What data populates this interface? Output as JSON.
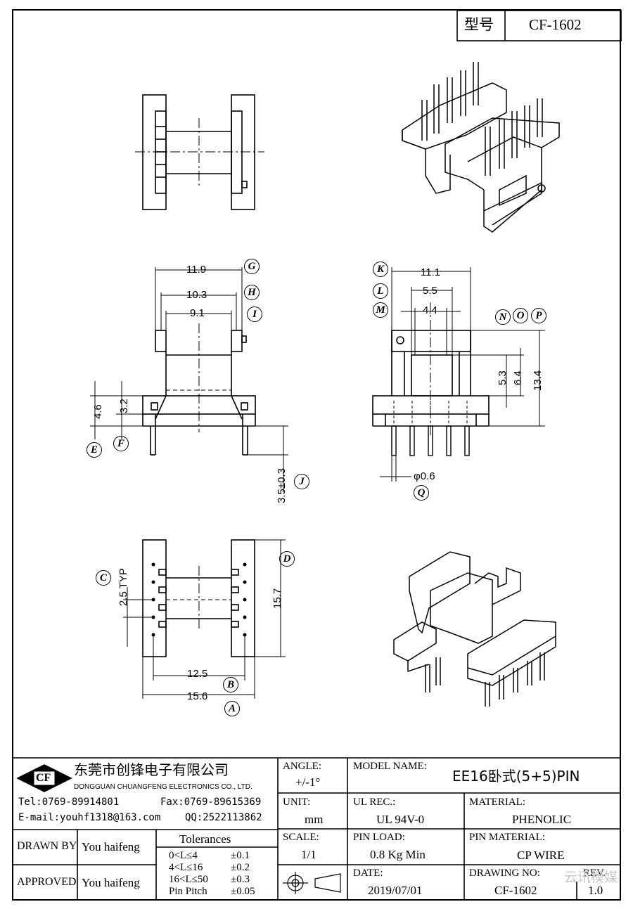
{
  "header": {
    "model_label": "型号",
    "model_value": "CF-1602"
  },
  "dimensions": {
    "side": {
      "d1": "11.9",
      "d2": "10.3",
      "d3": "9.1",
      "h1": "4.6",
      "h2": "3.2",
      "pin": "3.5±0.3"
    },
    "front": {
      "d1": "11.1",
      "d2": "5.5",
      "d3": "4.4",
      "h1": "5.3",
      "h2": "6.4",
      "h3": "13.4",
      "pin_dia": "φ0.6"
    },
    "bottom": {
      "pitch": "2.5 TYP",
      "height": "15.7",
      "w1": "12.5",
      "w2": "15.6"
    }
  },
  "callouts": [
    "A",
    "B",
    "C",
    "D",
    "E",
    "F",
    "G",
    "H",
    "I",
    "J",
    "K",
    "L",
    "M",
    "N",
    "O",
    "P",
    "Q"
  ],
  "company": {
    "name_cn": "东莞市创锋电子有限公司",
    "name_en": "DONGGUAN CHUANGFENG ELECTRONICS CO., LTD.",
    "logo_text": "CF",
    "tel": "Tel:0769-89914801",
    "fax": "Fax:0769-89615369",
    "email": "E-mail:youhf1318@163.com",
    "qq": "QQ:2522113862"
  },
  "title_block": {
    "angle_label": "ANGLE:",
    "angle_value": "+/-1°",
    "unit_label": "UNIT:",
    "unit_value": "mm",
    "scale_label": "SCALE:",
    "scale_value": "1/1",
    "model_name_label": "MODEL NAME:",
    "model_name_value": "EE16卧式(5+5)PIN",
    "ul_label": "UL REC.:",
    "ul_value": "UL 94V-0",
    "material_label": "MATERIAL:",
    "material_value": "PHENOLIC",
    "pin_load_label": "PIN LOAD:",
    "pin_load_value": "0.8 Kg Min",
    "pin_material_label": "PIN MATERIAL:",
    "pin_material_value": "CP WIRE",
    "date_label": "DATE:",
    "date_value": "2019/07/01",
    "drawing_no_label": "DRAWING NO:",
    "drawing_no_value": "CF-1602",
    "rev_label": "REV.",
    "rev_value": "1.0",
    "drawn_by_label": "DRAWN BY",
    "drawn_by_value": "You haifeng",
    "approved_label": "APPROVED",
    "approved_value": "You haifeng",
    "tolerances_title": "Tolerances",
    "tolerances": [
      {
        "range": "0<L≤4",
        "tol": "±0.1"
      },
      {
        "range": "4<L≤16",
        "tol": "±0.2"
      },
      {
        "range": "16<L≤50",
        "tol": "±0.3"
      },
      {
        "range": "Pin Pitch",
        "tol": "±0.05"
      }
    ]
  },
  "watermark": "云讯模媒"
}
